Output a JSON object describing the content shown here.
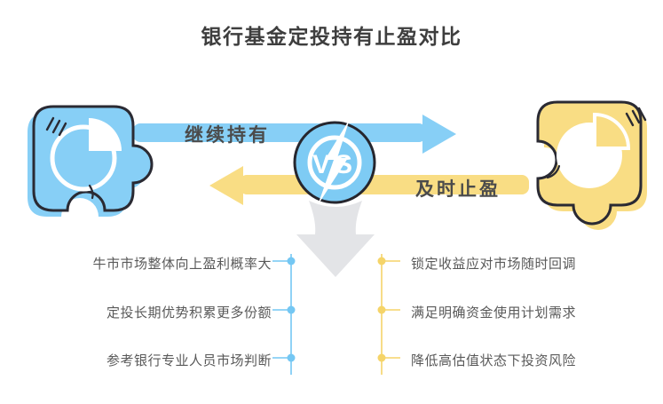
{
  "page": {
    "title": "银行基金定投持有止盈对比"
  },
  "versus_badge": {
    "label": "VS"
  },
  "hold_option": {
    "arrow_label": "继续持有",
    "color": "#87CFF6",
    "accent_color": "#74C7F3",
    "points": [
      "牛市市场整体向上盈利概率大",
      "定投长期优势积累更多份额",
      "参考银行专业人员市场判断"
    ]
  },
  "take_profit_option": {
    "arrow_label": "及时止盈",
    "color": "#F9DD84",
    "accent_color": "#F5D469",
    "points": [
      "锁定收益应对市场随时回调",
      "满足明确资金使用计划需求",
      "降低高估值状态下投资风险"
    ]
  },
  "colors": {
    "outline": "#2A2A33",
    "title_text": "#3E3E3E",
    "body_text": "#595959",
    "arrow_label_text": "#4B4B4B",
    "flow_arrow_gray": "#E3E4E7",
    "badge_blue": "#7ECBF4",
    "white": "#FFFFFF"
  },
  "icons": {
    "left": "blue-puzzle-pie-chart-icon",
    "right": "yellow-puzzle-pie-chart-icon",
    "center": "vs-lightning-badge-icon",
    "flow": "down-arrow-icon"
  }
}
